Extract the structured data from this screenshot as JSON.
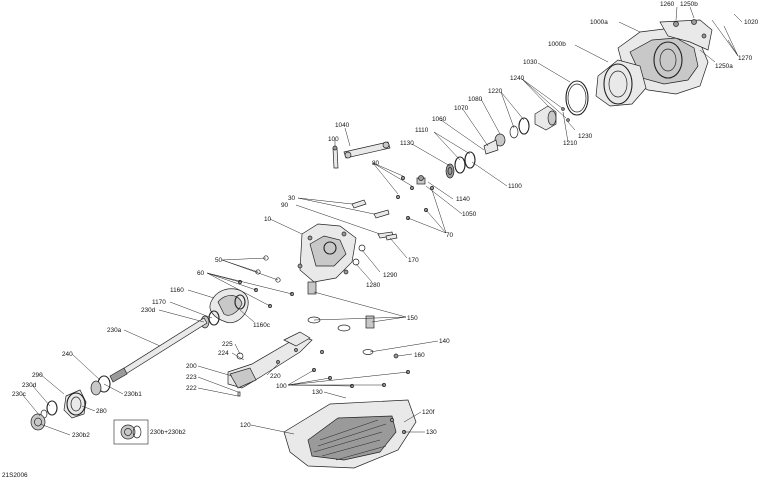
{
  "diagram_code": "21S2006",
  "labels": {
    "l1260": "1260",
    "l1250b": "1250b",
    "l1020": "1020",
    "l1000a": "1000a",
    "l1000b": "1000b",
    "l1250a": "1250a",
    "l1270": "1270",
    "l1030": "1030",
    "l1240": "1240",
    "l1220": "1220",
    "l1080": "1080",
    "l1070": "1070",
    "l1060": "1060",
    "l1230": "1230",
    "l1210": "1210",
    "l1040": "1040",
    "l1110": "1110",
    "l1130": "1130",
    "l100a": "100",
    "l80": "80",
    "l1100": "1100",
    "l1140": "1140",
    "l1050": "1050",
    "l30": "30",
    "l90": "90",
    "l10": "10",
    "l70": "70",
    "l170": "170",
    "l1290": "1290",
    "l50": "50",
    "l1280": "1280",
    "l60": "60",
    "l1160": "1160",
    "l1170": "1170",
    "l230d_top": "230d",
    "l1160c": "1160c",
    "l150": "150",
    "l230a": "230a",
    "l140": "140",
    "l225": "225",
    "l224": "224",
    "l160": "160",
    "l240": "240",
    "l200": "200",
    "l220": "220",
    "l223": "223",
    "l222": "222",
    "l100b": "100",
    "l290": "290",
    "l230d": "230d",
    "l230c": "230c",
    "l230b1": "230b1",
    "l280": "280",
    "l130a": "130",
    "l120f": "120f",
    "l120": "120",
    "l130b": "130",
    "l230b2": "230b2",
    "l230bbox": "230b+230b2"
  }
}
